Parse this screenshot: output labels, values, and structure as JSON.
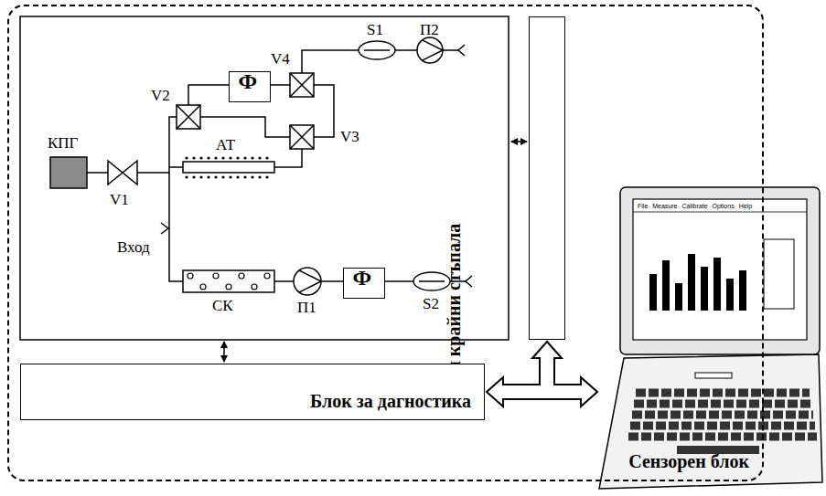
{
  "diagram": {
    "nodes": [
      {
        "text": [
          "Сензорен блок"
        ]
      },
      {
        "text": [
          "Ф"
        ],
        "in": 0
      },
      {
        "text": [
          "Ф"
        ],
        "in": 0
      },
      {
        "text": [
          "АЦП и крайни стъпала"
        ],
        "in": 0
      },
      {
        "text": [
          "Блок за дагностика"
        ],
        "in": 0
      }
    ],
    "edges": [
      {
        "from": 4,
        "to": 3,
        "arrow": "both"
      }
    ],
    "labels": [
      "КПГ",
      "V1",
      "Вход",
      "V2",
      "V4",
      "S1",
      "П2",
      "АТ",
      "V3",
      "СК",
      "П1",
      "S2",
      "File",
      "Measure",
      "Calibrate",
      "Options",
      "Help"
    ]
  }
}
